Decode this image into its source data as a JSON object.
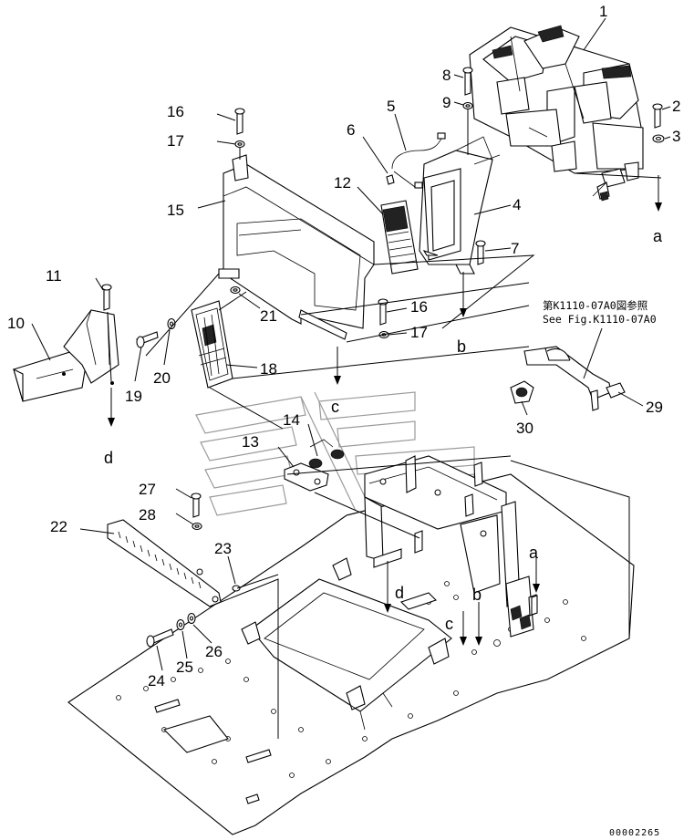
{
  "callouts": [
    "1",
    "2",
    "3",
    "4",
    "5",
    "6",
    "7",
    "8",
    "9",
    "10",
    "11",
    "12",
    "13",
    "14",
    "15",
    "16",
    "16",
    "17",
    "17",
    "18",
    "19",
    "20",
    "21",
    "22",
    "23",
    "24",
    "25",
    "26",
    "27",
    "28",
    "29",
    "30"
  ],
  "connection_letters": [
    "a",
    "a",
    "b",
    "b",
    "c",
    "c",
    "d",
    "d"
  ],
  "reference_note": {
    "line1": "第K1110-07A0図参照",
    "line2": "See Fig.K1110-07A0"
  },
  "drawing_code": "00002265"
}
